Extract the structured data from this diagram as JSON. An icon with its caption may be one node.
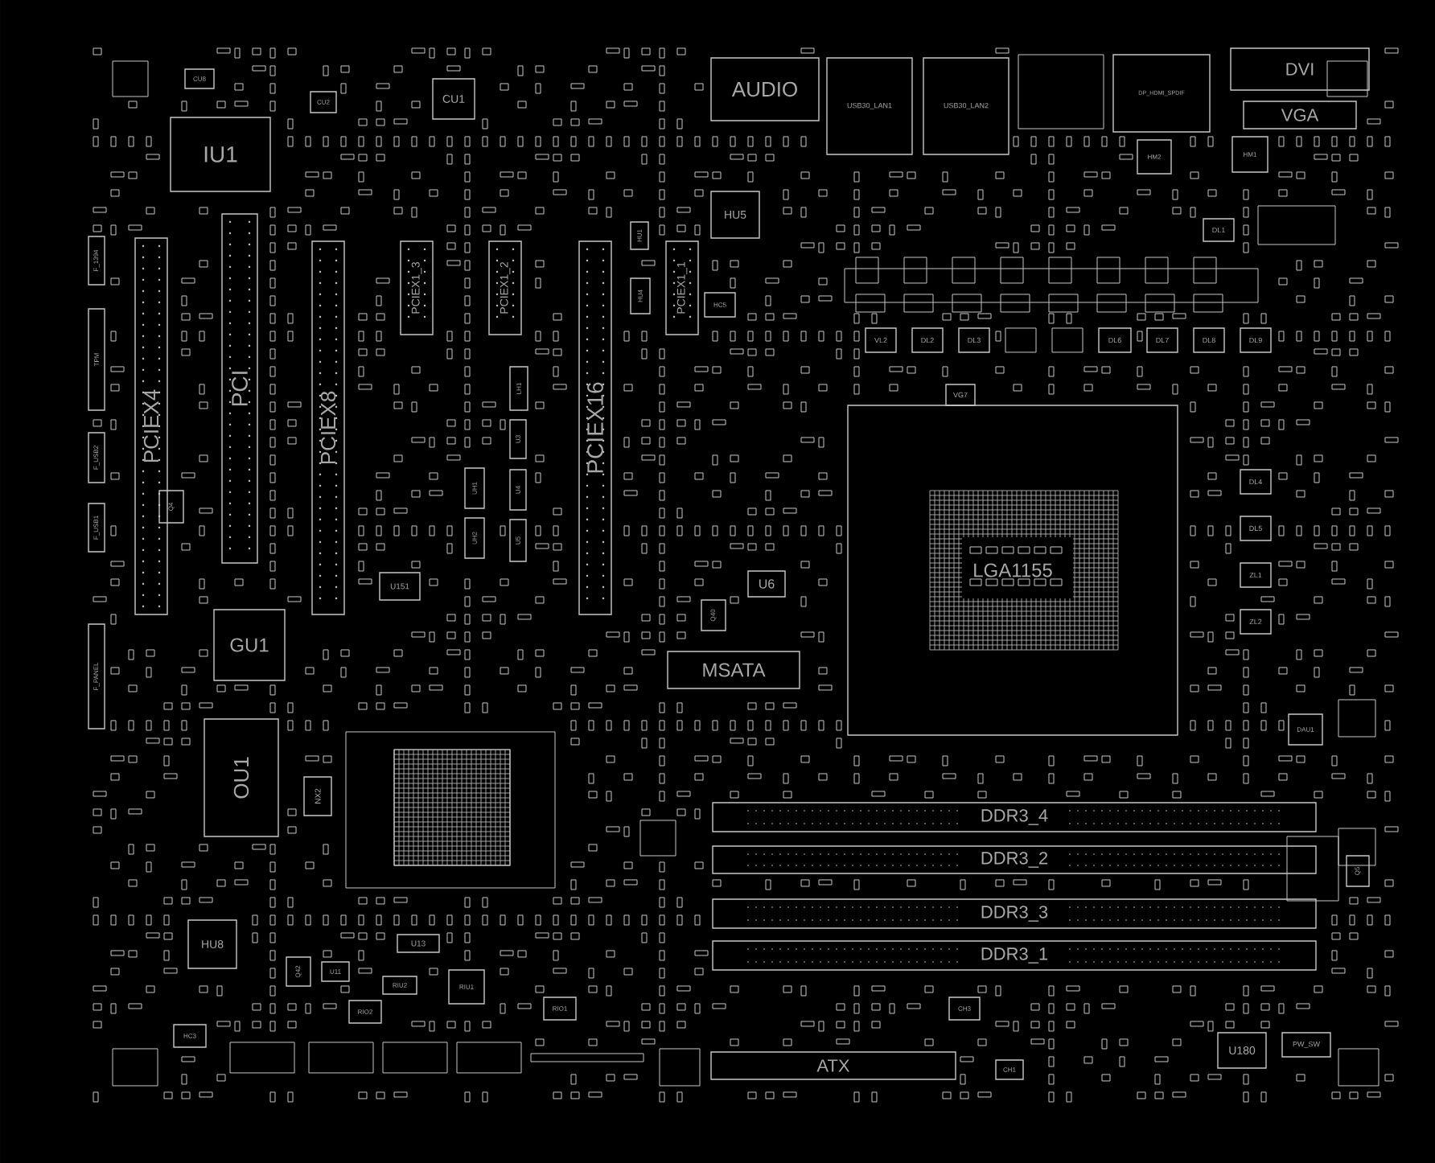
{
  "diagram": {
    "nodes": [
      {
        "text": [
          "CU8"
        ]
      },
      {
        "text": [
          "CU2"
        ]
      },
      {
        "text": [
          "CU1"
        ]
      },
      {
        "text": [
          "AUDIO"
        ]
      },
      {
        "text": [
          "USB30_LAN1"
        ]
      },
      {
        "text": [
          "USB30_LAN2"
        ]
      },
      {
        "text": [
          "DP_HDMI_SPDIF"
        ]
      },
      {
        "text": [
          "DVI"
        ]
      },
      {
        "text": [
          "VGA"
        ]
      },
      {
        "text": [
          "IU1"
        ]
      },
      {
        "text": [
          "HM2"
        ]
      },
      {
        "text": [
          "HM1"
        ]
      },
      {
        "text": [
          "HU5"
        ]
      },
      {
        "text": [
          "PCI"
        ]
      },
      {
        "text": [
          "DL1"
        ]
      },
      {
        "text": [
          "HU1"
        ]
      },
      {
        "text": [
          "F_1394"
        ]
      },
      {
        "text": [
          "PCIEX4"
        ]
      },
      {
        "text": [
          "PCIEX8"
        ]
      },
      {
        "text": [
          "PCIEX1_3"
        ]
      },
      {
        "text": [
          "PCIEX1_2"
        ]
      },
      {
        "text": [
          "PCIEX16"
        ]
      },
      {
        "text": [
          "PCIEX1_1"
        ]
      },
      {
        "text": [
          "HU4"
        ]
      },
      {
        "text": [
          "HC5"
        ]
      },
      {
        "text": [
          "TPM"
        ]
      },
      {
        "text": [
          "VL2"
        ]
      },
      {
        "text": [
          "DL2"
        ]
      },
      {
        "text": [
          "DL3"
        ]
      },
      {
        "text": [
          "DL6"
        ]
      },
      {
        "text": [
          "DL7"
        ]
      },
      {
        "text": [
          "DL8"
        ]
      },
      {
        "text": [
          "DL9"
        ]
      },
      {
        "text": [
          "LH1"
        ]
      },
      {
        "text": [
          "VG7"
        ]
      },
      {
        "text": [
          "U3"
        ]
      },
      {
        "text": [
          "F_USB2"
        ]
      },
      {
        "text": [
          "UH1"
        ]
      },
      {
        "text": [
          "U4"
        ]
      },
      {
        "text": [
          "DL4"
        ]
      },
      {
        "text": [
          "Q4"
        ]
      },
      {
        "text": [
          "F_USB1"
        ]
      },
      {
        "text": [
          "UH2"
        ]
      },
      {
        "text": [
          "U5"
        ]
      },
      {
        "text": [
          "DL5"
        ]
      },
      {
        "text": [
          "LGA1155"
        ]
      },
      {
        "text": [
          "ZL1"
        ]
      },
      {
        "text": [
          "U6"
        ]
      },
      {
        "text": [
          "U151"
        ]
      },
      {
        "text": [
          "Q40"
        ]
      },
      {
        "text": [
          "GU1"
        ]
      },
      {
        "text": [
          "ZL2"
        ]
      },
      {
        "text": [
          "F_PANEL"
        ]
      },
      {
        "text": [
          "MSATA"
        ]
      },
      {
        "text": [
          "DAU1"
        ]
      },
      {
        "text": [
          "OU1"
        ]
      },
      {
        "text": [
          "NX2"
        ]
      },
      {
        "text": [
          "DDR3_4"
        ]
      },
      {
        "text": [
          "DDR3_2"
        ]
      },
      {
        "text": [
          "Q5"
        ]
      },
      {
        "text": [
          "DDR3_3"
        ]
      },
      {
        "text": [
          "HU8"
        ]
      },
      {
        "text": [
          "U13"
        ]
      },
      {
        "text": [
          "DDR3_1"
        ]
      },
      {
        "text": [
          "Q42"
        ]
      },
      {
        "text": [
          "U11"
        ]
      },
      {
        "text": [
          "RIU1"
        ]
      },
      {
        "text": [
          "RIU2"
        ]
      },
      {
        "text": [
          "RIO1"
        ]
      },
      {
        "text": [
          "CH3"
        ]
      },
      {
        "text": [
          "RIO2"
        ]
      },
      {
        "text": [
          "HC3"
        ]
      },
      {
        "text": [
          "U180"
        ]
      },
      {
        "text": [
          "PW_SW"
        ]
      },
      {
        "text": [
          "ATX"
        ]
      },
      {
        "text": [
          "CH1"
        ]
      }
    ]
  }
}
